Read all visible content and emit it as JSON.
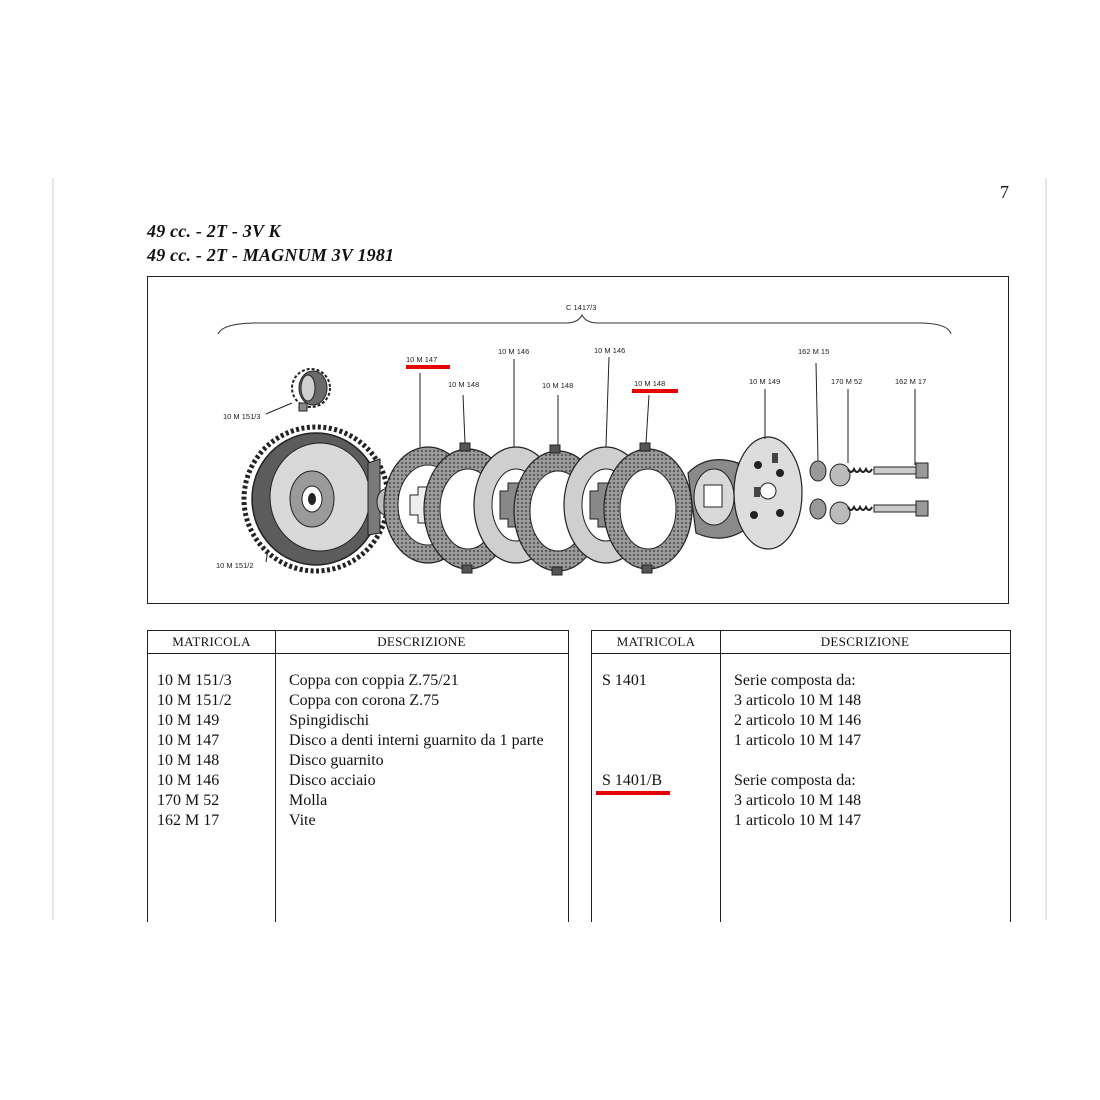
{
  "page": {
    "number": "7"
  },
  "titles": [
    "49 cc. - 2T - 3V K",
    "49 cc. - 2T - MAGNUM 3V 1981"
  ],
  "diagram": {
    "group_label": "C 1417/3",
    "labels": [
      "10 M 147",
      "10 M 148",
      "10 M 146",
      "10 M 148",
      "10 M 146",
      "10 M 148",
      "10 M 149",
      "162 M 15",
      "170 M 52",
      "162 M 17",
      "10 M 151/3",
      "10 M 151/2"
    ],
    "highlighted": [
      "10 M 147",
      "10 M 148"
    ]
  },
  "left_table": {
    "headers": [
      "MATRICOLA",
      "DESCRIZIONE"
    ],
    "rows": [
      [
        "10 M 151/3",
        "Coppa con coppia Z.75/21"
      ],
      [
        "10 M 151/2",
        "Coppa con corona Z.75"
      ],
      [
        "10 M 149",
        "Spingidischi"
      ],
      [
        "10 M 147",
        "Disco a denti interni guarnito da 1 parte"
      ],
      [
        "10 M 148",
        "Disco guarnito"
      ],
      [
        "10 M 146",
        "Disco acciaio"
      ],
      [
        "170 M 52",
        "Molla"
      ],
      [
        "162 M 17",
        "Vite"
      ]
    ]
  },
  "right_table": {
    "headers": [
      "MATRICOLA",
      "DESCRIZIONE"
    ],
    "rows": [
      [
        "S 1401",
        "Serie composta da:"
      ],
      [
        "",
        "3 articolo 10 M 148"
      ],
      [
        "",
        "2 articolo 10 M 146"
      ],
      [
        "",
        "1 articolo 10 M 147"
      ],
      [
        "",
        ""
      ],
      [
        "S 1401/B",
        "Serie composta da:"
      ],
      [
        "",
        "3 articolo 10 M 148"
      ],
      [
        "",
        "1 articolo 10 M 147"
      ]
    ],
    "highlighted": "S 1401/B"
  },
  "colors": {
    "highlight": "#e60000",
    "ink": "#111111",
    "rule": "#e6e6e6"
  }
}
